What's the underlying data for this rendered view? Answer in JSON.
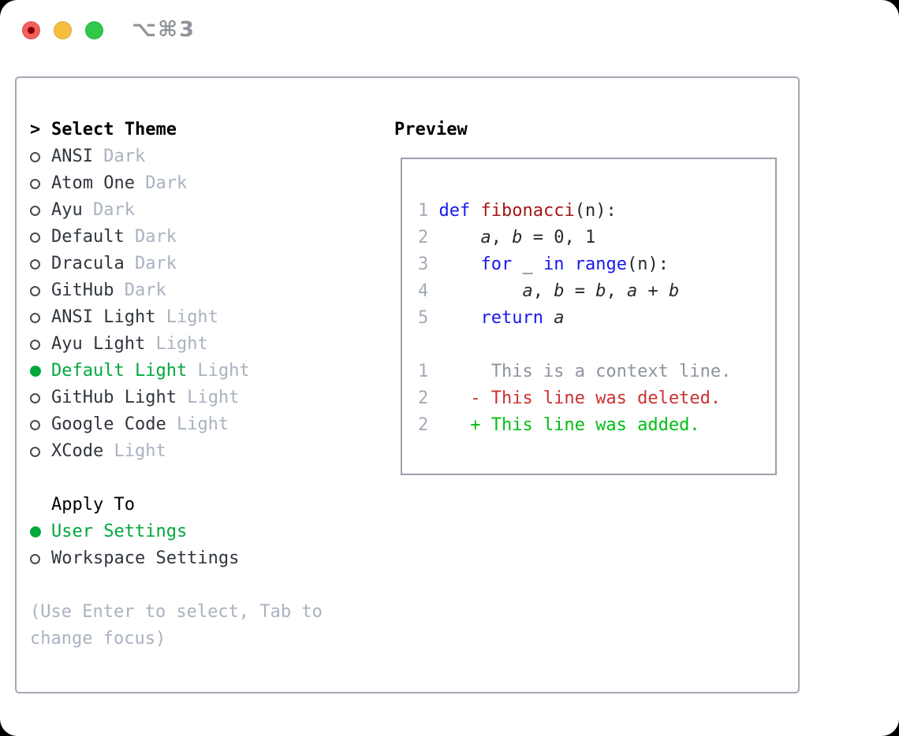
{
  "window": {
    "title": "⌥⌘3"
  },
  "theme_selector": {
    "cursor": ">",
    "heading": "Select Theme",
    "items": [
      {
        "name": "ANSI",
        "variant": "Dark",
        "selected": false
      },
      {
        "name": "Atom One",
        "variant": "Dark",
        "selected": false
      },
      {
        "name": "Ayu",
        "variant": "Dark",
        "selected": false
      },
      {
        "name": "Default",
        "variant": "Dark",
        "selected": false
      },
      {
        "name": "Dracula",
        "variant": "Dark",
        "selected": false
      },
      {
        "name": "GitHub",
        "variant": "Dark",
        "selected": false
      },
      {
        "name": "ANSI Light",
        "variant": "Light",
        "selected": false
      },
      {
        "name": "Ayu Light",
        "variant": "Light",
        "selected": false
      },
      {
        "name": "Default Light",
        "variant": "Light",
        "selected": true
      },
      {
        "name": "GitHub Light",
        "variant": "Light",
        "selected": false
      },
      {
        "name": "Google Code",
        "variant": "Light",
        "selected": false
      },
      {
        "name": "XCode",
        "variant": "Light",
        "selected": false
      }
    ]
  },
  "apply_to": {
    "heading": "Apply To",
    "options": [
      {
        "label": "User Settings",
        "selected": true
      },
      {
        "label": "Workspace Settings",
        "selected": false
      }
    ]
  },
  "help_lines": [
    "(Use Enter to select, Tab to",
    "change focus)"
  ],
  "preview": {
    "heading": "Preview",
    "lines": [
      {
        "num": "1",
        "segments": [
          {
            "t": " ",
            "s": ""
          },
          {
            "t": "def",
            "s": "kw"
          },
          {
            "t": " ",
            "s": ""
          },
          {
            "t": "fibonacci",
            "s": "fn"
          },
          {
            "t": "(n):",
            "s": ""
          }
        ]
      },
      {
        "num": "2",
        "segments": [
          {
            "t": "     ",
            "s": ""
          },
          {
            "t": "a",
            "s": "v"
          },
          {
            "t": ", ",
            "s": ""
          },
          {
            "t": "b",
            "s": "v"
          },
          {
            "t": " = 0, 1",
            "s": ""
          }
        ]
      },
      {
        "num": "3",
        "segments": [
          {
            "t": "     ",
            "s": ""
          },
          {
            "t": "for",
            "s": "kw"
          },
          {
            "t": " _ ",
            "s": ""
          },
          {
            "t": "in",
            "s": "kw"
          },
          {
            "t": " ",
            "s": ""
          },
          {
            "t": "range",
            "s": "kw"
          },
          {
            "t": "(n):",
            "s": ""
          }
        ]
      },
      {
        "num": "4",
        "segments": [
          {
            "t": "         ",
            "s": ""
          },
          {
            "t": "a",
            "s": "v"
          },
          {
            "t": ", ",
            "s": ""
          },
          {
            "t": "b",
            "s": "v"
          },
          {
            "t": " = ",
            "s": ""
          },
          {
            "t": "b",
            "s": "v"
          },
          {
            "t": ", ",
            "s": ""
          },
          {
            "t": "a",
            "s": "v"
          },
          {
            "t": " + ",
            "s": ""
          },
          {
            "t": "b",
            "s": "v"
          }
        ]
      },
      {
        "num": "5",
        "segments": [
          {
            "t": "     ",
            "s": ""
          },
          {
            "t": "return",
            "s": "kw"
          },
          {
            "t": " ",
            "s": ""
          },
          {
            "t": "a",
            "s": "v"
          }
        ]
      },
      {
        "num": "",
        "segments": []
      },
      {
        "num": "1",
        "segments": [
          {
            "t": "      This is a context line.",
            "s": "ctx"
          }
        ]
      },
      {
        "num": "2",
        "segments": [
          {
            "t": "    - This line was deleted.",
            "s": "del"
          }
        ]
      },
      {
        "num": "2",
        "segments": [
          {
            "t": "    + This line was added.",
            "s": "add"
          }
        ]
      }
    ]
  },
  "colors": {
    "accent_green": "#00A83C",
    "keyword_blue": "#1717EE",
    "function_red": "#A31515",
    "deleted_red": "#CD3131",
    "added_green": "#00BD13",
    "muted_gray": "#A9B2C0",
    "context_gray": "#8D949E",
    "traffic_red": "#F4605B",
    "traffic_yellow": "#F6BD3F",
    "traffic_green": "#2FC84B"
  }
}
